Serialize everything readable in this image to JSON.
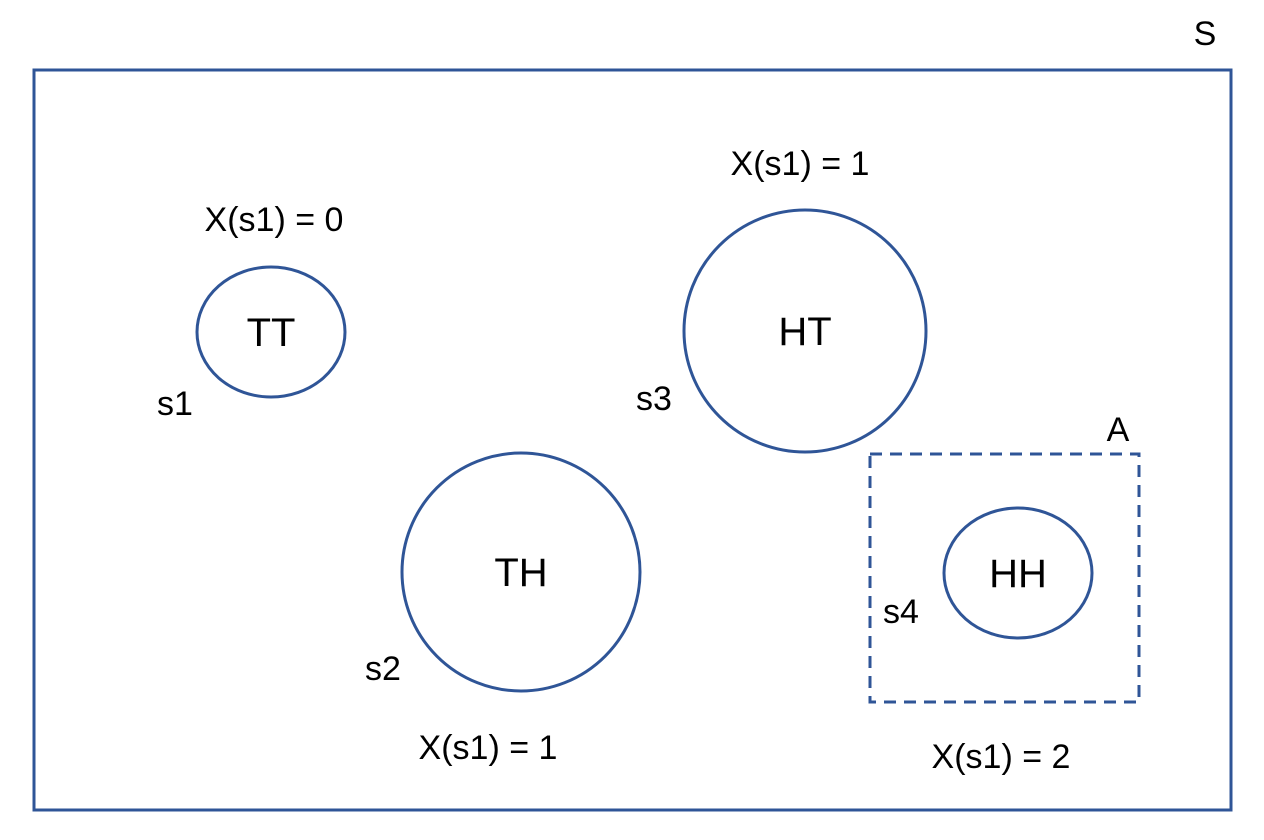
{
  "colors": {
    "stroke": "#2F5597",
    "text": "#000000",
    "background": "#FFFFFF"
  },
  "sample_space": {
    "label": "S"
  },
  "event": {
    "label": "A"
  },
  "outcomes": [
    {
      "name": "s1",
      "outcome": "TT",
      "value_label": "X(s1) = 0"
    },
    {
      "name": "s2",
      "outcome": "TH",
      "value_label": "X(s1) = 1"
    },
    {
      "name": "s3",
      "outcome": "HT",
      "value_label": "X(s1) = 1"
    },
    {
      "name": "s4",
      "outcome": "HH",
      "value_label": "X(s1) = 2"
    }
  ]
}
